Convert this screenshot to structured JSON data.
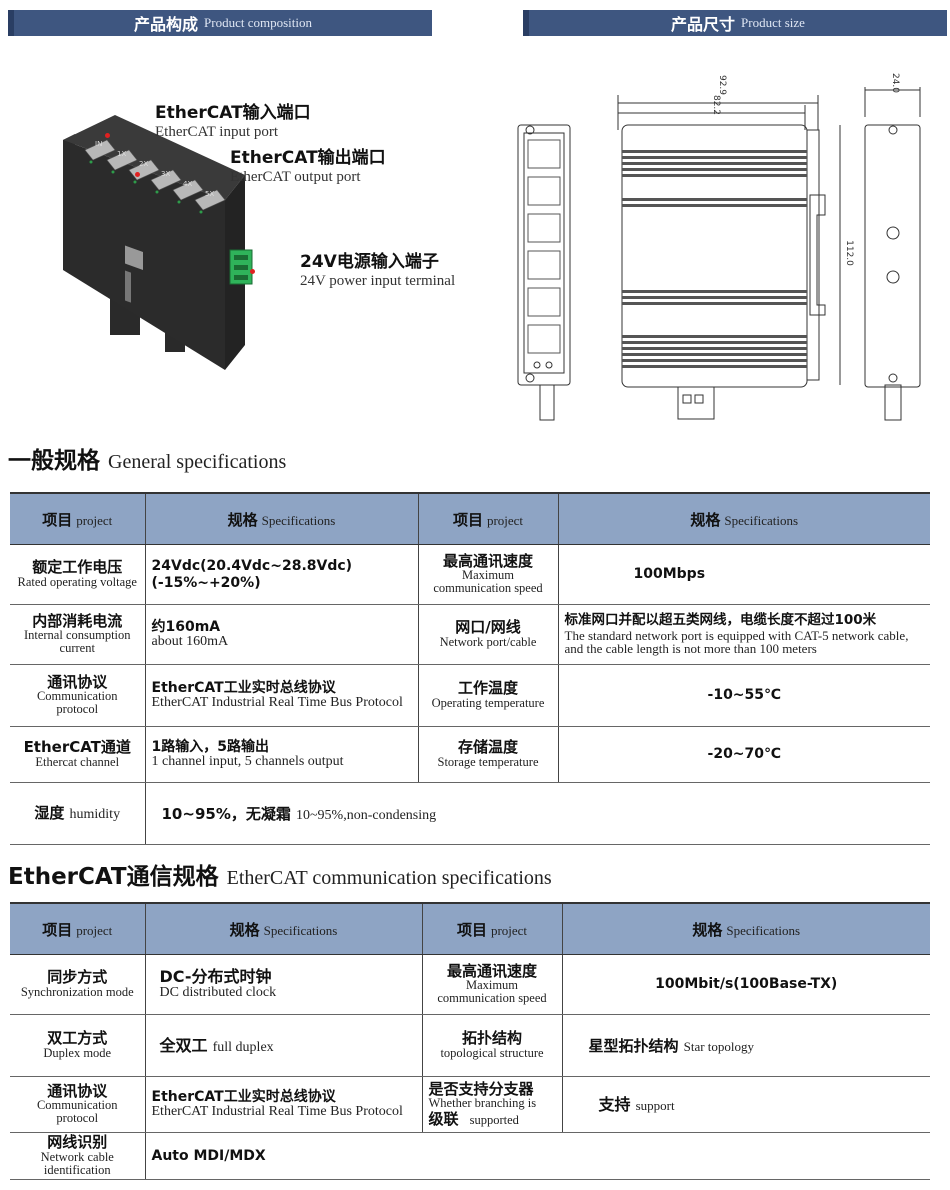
{
  "banners": {
    "composition": {
      "zh": "产品构成",
      "en": "Product composition"
    },
    "size": {
      "zh": "产品尺寸",
      "en": "Product size"
    }
  },
  "composition": {
    "input_port": {
      "zh": "EtherCAT输入端口",
      "en": "EtherCAT input port"
    },
    "output_port": {
      "zh": "EtherCAT输出端口",
      "en": "EtherCAT output port"
    },
    "power_terminal": {
      "zh": "24V电源输入端子",
      "en": "24V power input terminal"
    },
    "port_labels": [
      "IN",
      "1X",
      "2X",
      "3X",
      "4X",
      "5X"
    ]
  },
  "dimensions": {
    "width_outer": "92.9",
    "width_inner": "82.2",
    "height": "112.0",
    "depth": "24.0"
  },
  "general": {
    "title": {
      "zh": "一般规格",
      "en": "General specifications"
    },
    "headers": {
      "item_zh": "项目",
      "item_en": "project",
      "spec_zh": "规格",
      "spec_en": "Specifications"
    },
    "rows": [
      {
        "l1_zh": "额定工作电压",
        "l1_en": "Rated operating voltage",
        "v1_zh": "24Vdc(20.4Vdc~28.8Vdc)",
        "v1_zh2": "(-15%~+20%)",
        "l2_zh": "最高通讯速度",
        "l2_en": "Maximum communication speed",
        "v2_zh": "100Mbps"
      },
      {
        "l1_zh": "内部消耗电流",
        "l1_en": "Internal consumption current",
        "v1_zh": "约160mA",
        "v1_en": "about 160mA",
        "l2_zh": "网口/网线",
        "l2_en": "Network port/cable",
        "v2_zh": "标准网口并配以超五类网线，电缆长度不超过100米",
        "v2_en": "The standard network port is equipped with CAT-5 network cable, and the cable length is not more than 100 meters"
      },
      {
        "l1_zh": "通讯协议",
        "l1_en": "Communication protocol",
        "v1_zh": "EtherCAT工业实时总线协议",
        "v1_en": "EtherCAT Industrial Real Time Bus Protocol",
        "l2_zh": "工作温度",
        "l2_en": "Operating temperature",
        "v2_zh": "-10~55℃"
      },
      {
        "l1_zh": "EtherCAT通道",
        "l1_en": "Ethercat channel",
        "v1_zh": "1路输入，5路输出",
        "v1_en": "1 channel input, 5 channels output",
        "l2_zh": "存储温度",
        "l2_en": "Storage temperature",
        "v2_zh": "-20~70℃"
      },
      {
        "l1_zh": "湿度",
        "l1_en": "humidity",
        "v1_zh": "10~95%，无凝霜",
        "v1_en": "10~95%,non-condensing"
      }
    ]
  },
  "ethercat": {
    "title": {
      "zh": "EtherCAT通信规格",
      "en": "EtherCAT communication specifications"
    },
    "headers": {
      "item_zh": "项目",
      "item_en": "project",
      "spec_zh": "规格",
      "spec_en": "Specifications"
    },
    "rows": [
      {
        "l1_zh": "同步方式",
        "l1_en": "Synchronization mode",
        "v1_zh": "DC-分布式时钟",
        "v1_en": "DC distributed clock",
        "l2_zh": "最高通讯速度",
        "l2_en": "Maximum communication speed",
        "v2_zh": "100Mbit/s(100Base-TX)"
      },
      {
        "l1_zh": "双工方式",
        "l1_en": "Duplex mode",
        "v1_zh": "全双工",
        "v1_en": "full duplex",
        "l2_zh": "拓扑结构",
        "l2_en": "topological structure",
        "v2_zh": "星型拓扑结构",
        "v2_en": "Star topology"
      },
      {
        "l1_zh": "通讯协议",
        "l1_en": "Communication protocol",
        "v1_zh": "EtherCAT工业实时总线协议",
        "v1_en": "EtherCAT Industrial Real Time Bus Protocol",
        "l2_zh": "是否支持分支器",
        "l2_en": "Whether branching is",
        "l2_zh2": "级联",
        "l2_en2": "supported",
        "v2_zh": "支持",
        "v2_en": "support"
      },
      {
        "l1_zh": "网线识别",
        "l1_en": "Network cable identification",
        "v1_zh": "Auto MDI/MDX"
      }
    ]
  },
  "colors": {
    "header_bg": "#8ea4c4",
    "banner_bg": "#3e5680"
  }
}
